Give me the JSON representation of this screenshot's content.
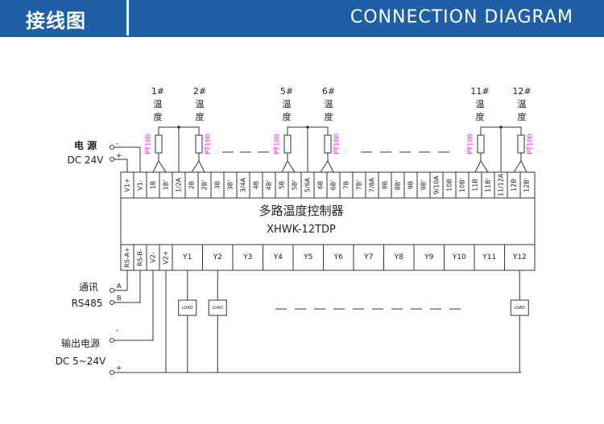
{
  "header": {
    "title_cn": "接线图",
    "title_en": "CONNECTION  DIAGRAM"
  },
  "device": {
    "title": "多路温度控制器",
    "model": "XHWK-12TDP"
  },
  "top_terminals": [
    "V1+",
    "V1-",
    "1B",
    "1B'",
    "1/2A",
    "2B",
    "2B'",
    "3B",
    "3B'",
    "3/4A",
    "4B",
    "4B'",
    "5B",
    "5B'",
    "5/6A",
    "6B",
    "6B'",
    "7B",
    "7B'",
    "7/8A",
    "8B",
    "8B'",
    "9B",
    "9B'",
    "9/10A",
    "10B",
    "10B'",
    "11B",
    "11B'",
    "11/12A",
    "12B",
    "12B'"
  ],
  "bottom_terminals": [
    "RS-A+",
    "RS-B-",
    "V2-",
    "V2+",
    "Y1",
    "Y2",
    "Y3",
    "Y4",
    "Y5",
    "Y6",
    "Y7",
    "Y8",
    "Y9",
    "Y10",
    "Y11",
    "Y12"
  ],
  "sensors": [
    {
      "num": "1#",
      "l1": "温",
      "l2": "度",
      "pt": "PT100"
    },
    {
      "num": "2#",
      "l1": "温",
      "l2": "度",
      "pt": "PT100"
    },
    {
      "num": "5#",
      "l1": "温",
      "l2": "度",
      "pt": "PT100"
    },
    {
      "num": "6#",
      "l1": "温",
      "l2": "度",
      "pt": "PT100"
    },
    {
      "num": "11#",
      "l1": "温",
      "l2": "度",
      "pt": "PT100"
    },
    {
      "num": "12#",
      "l1": "温",
      "l2": "度",
      "pt": "PT100"
    }
  ],
  "power_in": {
    "label": "电 源",
    "spec": "DC 24V",
    "minus": "-",
    "plus": "+"
  },
  "comm": {
    "label": "通讯",
    "spec": "RS485",
    "a": "A",
    "b": "B"
  },
  "power_out": {
    "label": "输出电源",
    "spec": "DC 5~24V",
    "minus": "-",
    "plus": "+"
  },
  "load_label": "LOAD"
}
